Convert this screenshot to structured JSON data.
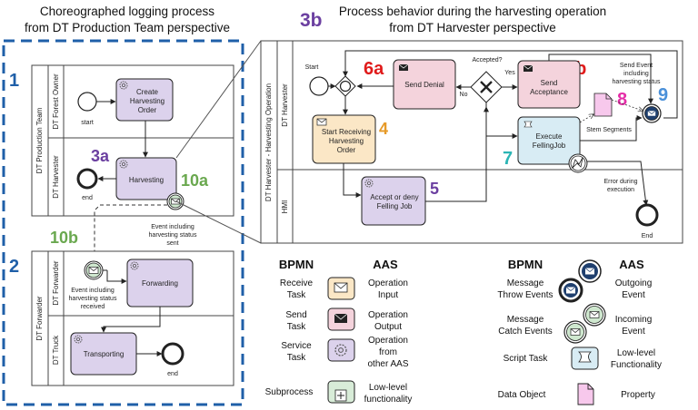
{
  "left": {
    "title_line1": "Choreographed logging process",
    "title_line2": "from DT Production Team perspective",
    "panel1_number": "1",
    "panel2_number": "2",
    "pool1_label": "DT Production Team",
    "lane_forest_owner": "DT Forest Owner",
    "lane_harvester": "DT Harvester",
    "start_label": "start",
    "task_create_line1": "Create",
    "task_create_line2": "Harvesting",
    "task_create_line3": "Order",
    "marker_3a": "3a",
    "task_harvesting": "Harvesting",
    "end_label_1": "end",
    "marker_10a": "10a",
    "event_sent_line1": "Event including",
    "event_sent_line2": "harvesting status",
    "event_sent_line3": "sent",
    "marker_10b": "10b",
    "pool2_label": "DT Forwarder",
    "lane_forwarder": "DT Forwarder",
    "lane_truck": "DT Truck",
    "event_received_line1": "Event including",
    "event_received_line2": "harvesting status",
    "event_received_line3": "received",
    "task_forwarding": "Forwarding",
    "task_transporting": "Transporting",
    "end_label_2": "end"
  },
  "right": {
    "marker_3b": "3b",
    "title_line1": "Process behavior during the harvesting operation",
    "title_line2": "from DT Harvester perspective",
    "pool_label": "DT Harvester - Harvesting Operation",
    "lane_harvester": "DT Harvester",
    "lane_hmi": "HMI",
    "start_label": "Start",
    "marker_6a": "6a",
    "task_send_denial": "Send Denial",
    "accepted_label": "Accepted?",
    "yes_label": "Yes",
    "no_label": "No",
    "marker_6b": "6b",
    "task_send_acceptance_line1": "Send",
    "task_send_acceptance_line2": "Acceptance",
    "send_event_line1": "Send Event",
    "send_event_line2": "including",
    "send_event_line3": "harvesting status",
    "marker_8": "8",
    "marker_9": "9",
    "stem_segments": "Stem Segments",
    "task_receive_line1": "Start Receiving",
    "task_receive_line2": "Harvesting",
    "task_receive_line3": "Order",
    "marker_4": "4",
    "task_execute_line1": "Execute",
    "task_execute_line2": "FellingJob",
    "marker_7": "7",
    "error_line1": "Error during",
    "error_line2": "execution",
    "task_accept_line1": "Accept or deny",
    "task_accept_line2": "Felling Job",
    "marker_5": "5",
    "end_label": "End"
  },
  "legend": {
    "bpmn_header_1": "BPMN",
    "aas_header_1": "AAS",
    "bpmn_header_2": "BPMN",
    "aas_header_2": "AAS",
    "receive_task_line1": "Receive",
    "receive_task_line2": "Task",
    "operation_input_line1": "Operation",
    "operation_input_line2": "Input",
    "send_task_line1": "Send",
    "send_task_line2": "Task",
    "operation_output_line1": "Operation",
    "operation_output_line2": "Output",
    "service_task_line1": "Service",
    "service_task_line2": "Task",
    "operation_other_line1": "Operation",
    "operation_other_line2": "from",
    "operation_other_line3": "other AAS",
    "subprocess": "Subprocess",
    "lowlevel_line1": "Low-level",
    "lowlevel_line2": "functionality",
    "msg_throw_line1": "Message",
    "msg_throw_line2": "Throw Events",
    "outgoing_line1": "Outgoing",
    "outgoing_line2": "Event",
    "msg_catch_line1": "Message",
    "msg_catch_line2": "Catch Events",
    "incoming_line1": "Incoming",
    "incoming_line2": "Event",
    "script_task": "Script Task",
    "lowlevel2_line1": "Low-level",
    "lowlevel2_line2": "Functionality",
    "data_object": "Data Object",
    "property": "Property"
  },
  "colors": {
    "blue": "#1f5fa8",
    "purple": "#6b3fa0",
    "green": "#6aa84f",
    "orange": "#e69a28",
    "red": "#e01b1b",
    "teal": "#2bb5b5",
    "magenta": "#e52ea8",
    "light_blue": "#4a90d9",
    "task_fill": "#dcd2ec",
    "receive_fill": "#fbe7c6",
    "execute_fill": "#d8ecf4",
    "send_fill": "#f4d3dc",
    "property_fill": "#f7c8ec"
  }
}
